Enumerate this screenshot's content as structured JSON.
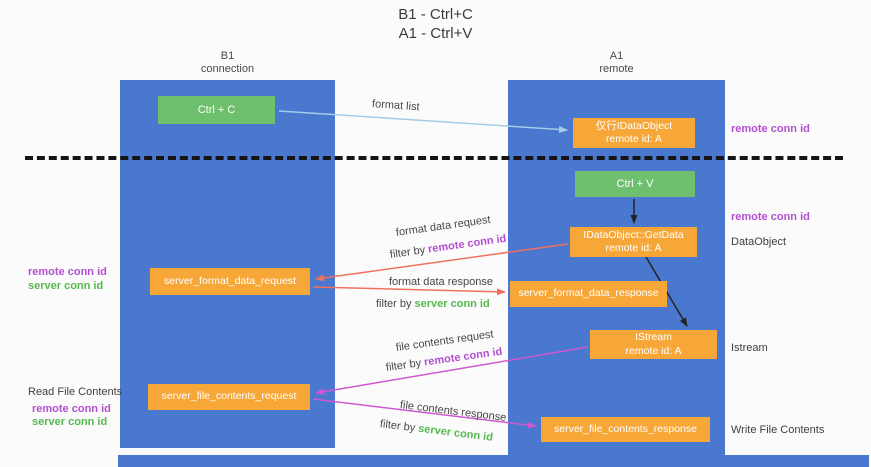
{
  "title": {
    "line1": "B1 - Ctrl+C",
    "line2": "A1 - Ctrl+V"
  },
  "columns": {
    "left": {
      "name": "B1",
      "subtitle": "connection"
    },
    "right": {
      "name": "A1",
      "subtitle": "remote"
    }
  },
  "nodes": {
    "ctrl_c": "Ctrl + C",
    "ctrl_v": "Ctrl + V",
    "idataobject": {
      "line1": "仅行IDataObject",
      "line2": "remote id: A"
    },
    "getdata": {
      "line1": "IDataObject::GetData",
      "line2": "remote id: A"
    },
    "istream": {
      "line1": "IStream",
      "line2": "remote id: A"
    },
    "format_request": "server_format_data_request",
    "format_response": "server_format_data_response",
    "file_request": "server_file_contents_request",
    "file_response": "server_file_contents_response"
  },
  "side_labels": {
    "remote_conn_id_top": "remote conn id",
    "remote_conn_id_mid": "remote conn id",
    "dataobject": "DataObject",
    "istream": "Istream",
    "write_file": "Write File Contents",
    "read_file": "Read File Contents",
    "left_remote_conn_id": "remote conn id",
    "left_server_conn_id": "server conn id",
    "read_remote_conn_id": "remote conn id",
    "read_server_conn_id": "server conn id"
  },
  "arrow_labels": {
    "format_list": "format list",
    "format_data_request": "format data request",
    "filter_remote_1": {
      "prefix": "filter by ",
      "value": "remote conn id"
    },
    "format_data_response": "format data response",
    "filter_server_1": {
      "prefix": "filter by ",
      "value": "server conn id"
    },
    "file_contents_request": "file contents request",
    "filter_remote_2": {
      "prefix": "filter by ",
      "value": "remote conn id"
    },
    "file_contents_response": "file contents response",
    "filter_server_2": {
      "prefix": "filter by ",
      "value": "server conn id"
    }
  },
  "colors": {
    "blue": "#4a78cf",
    "green-box": "#6ec06e",
    "orange": "#f7a737",
    "purple": "#b44fd0",
    "green-text": "#55b94e",
    "salmon": "#f0715f",
    "magenta": "#d156d1",
    "lightblue": "#a3cce9"
  }
}
